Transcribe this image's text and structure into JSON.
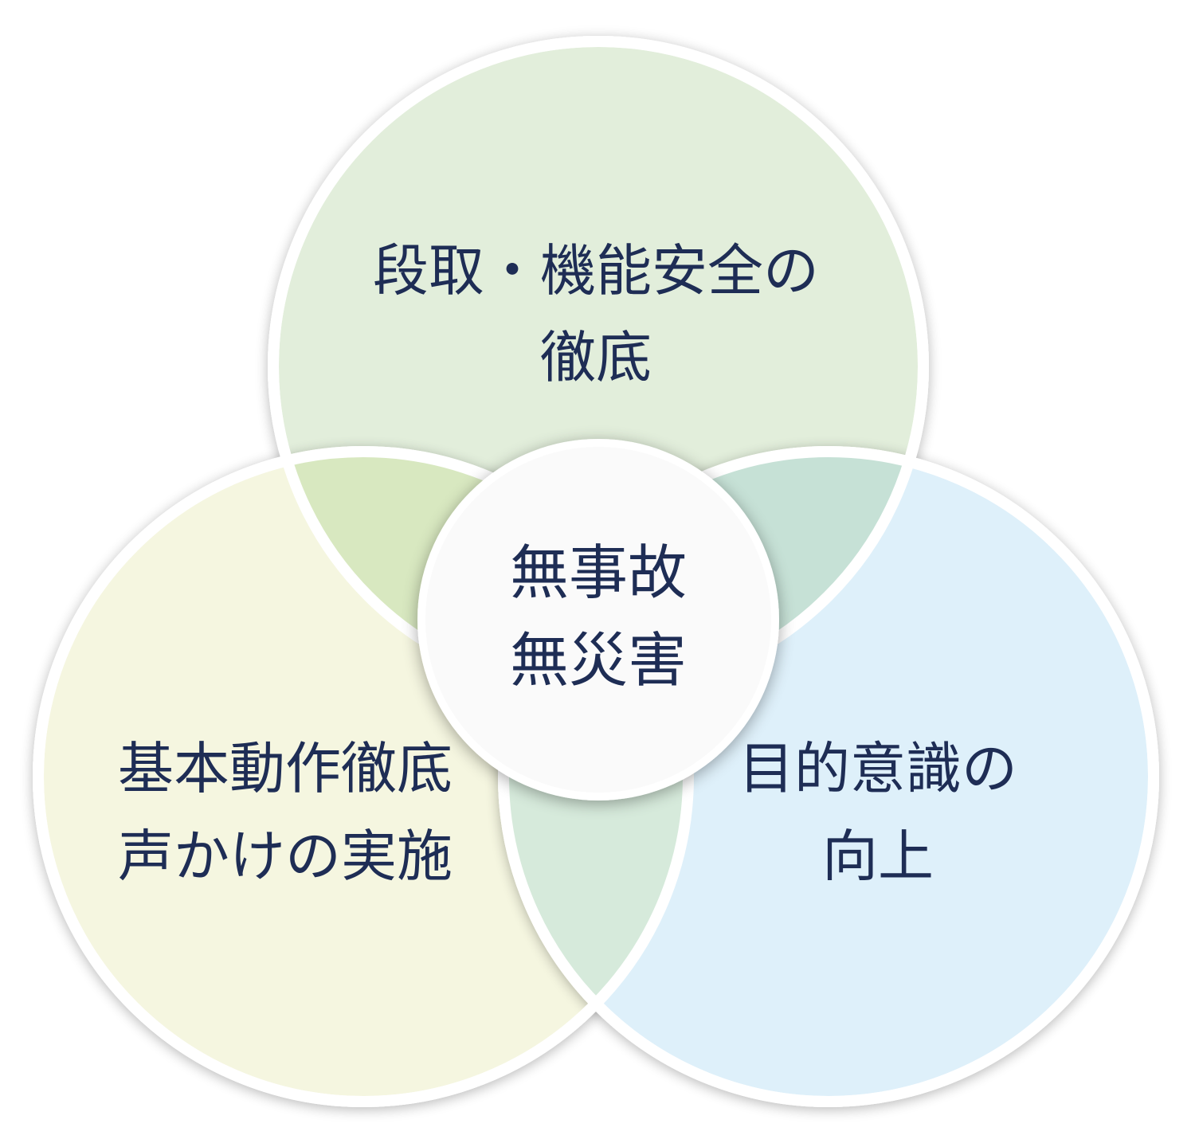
{
  "diagram": {
    "type": "venn",
    "center": {
      "lines": [
        "無事故",
        "無災害"
      ]
    },
    "circles": [
      {
        "id": "top",
        "lines": [
          "段取・機能安全の",
          "徹底"
        ],
        "fill": "#e2eedb"
      },
      {
        "id": "left",
        "lines": [
          "基本動作徹底",
          "声かけの実施"
        ],
        "fill": "#f5f6e0"
      },
      {
        "id": "right",
        "lines": [
          "目的意識の",
          "向上"
        ],
        "fill": "#def0fa"
      }
    ],
    "colors": {
      "overlap_top_left": "#d8e8c0",
      "overlap_top_right": "#c6e1d6",
      "overlap_left_right": "#d6eadb",
      "center_fill": "#fafafa",
      "border": "#ffffff",
      "text": "#1e2d55"
    }
  }
}
